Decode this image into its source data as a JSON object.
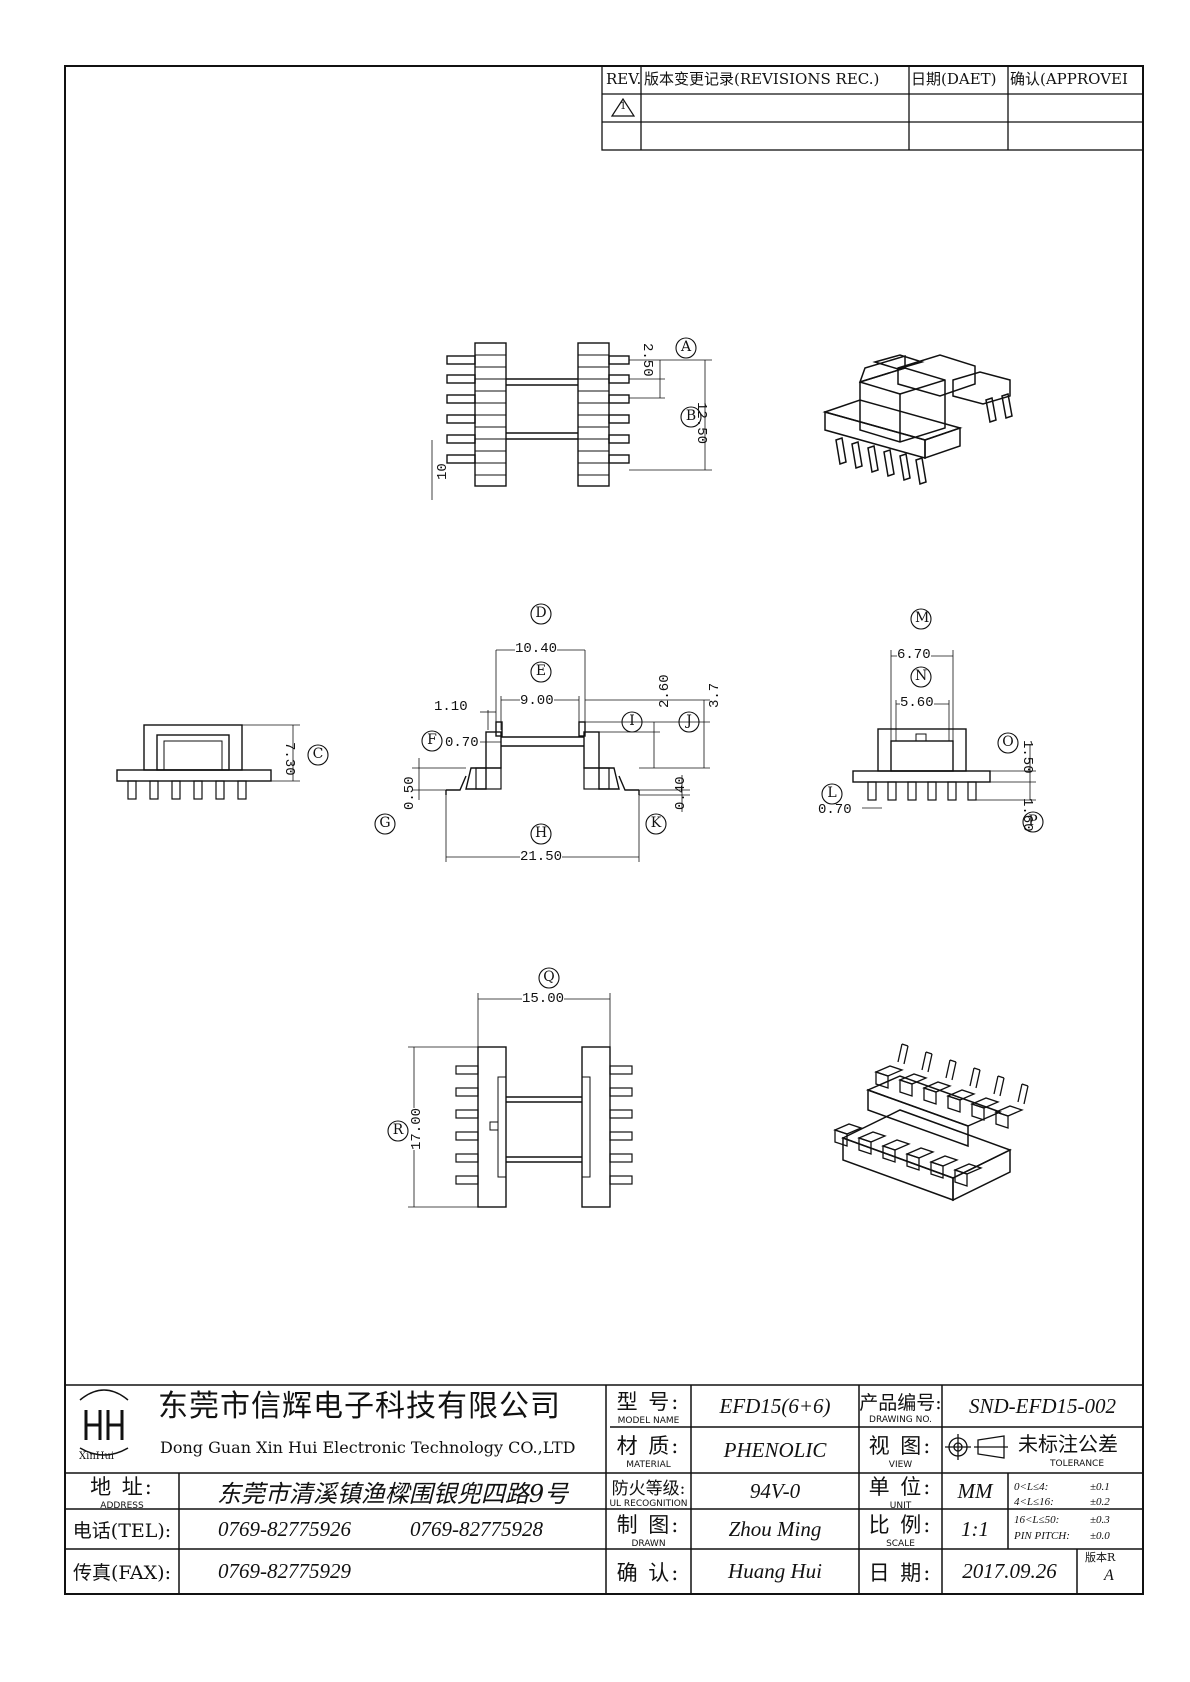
{
  "revisions": {
    "headers": [
      "REV.",
      "版本变更记录(REVISIONS REC.)",
      "日期(DAET)",
      "确认(APPROVEI"
    ],
    "rows": [
      {
        "rev": "1",
        "record": "",
        "date": "",
        "approve": ""
      },
      {
        "rev": "",
        "record": "",
        "date": "",
        "approve": ""
      }
    ]
  },
  "dimensions": {
    "A": "2.50",
    "B": "12.50",
    "A_left": "10",
    "C": "7.30",
    "D": "10.40",
    "E": "9.00",
    "F": "0.70",
    "G": "0.50",
    "H": "21.50",
    "I": "2.60",
    "J": "3.7",
    "K": "0.40",
    "side_left": "1.10",
    "M": "6.70",
    "N": "5.60",
    "O": "1.50",
    "P": "1.60",
    "L": "0.70",
    "Q": "15.00",
    "R": "17.00"
  },
  "balloons": [
    "A",
    "B",
    "C",
    "D",
    "E",
    "F",
    "G",
    "H",
    "I",
    "J",
    "K",
    "L",
    "M",
    "N",
    "O",
    "P",
    "Q",
    "R"
  ],
  "title_block": {
    "company_cn": "东莞市信辉电子科技有限公司",
    "company_en": "Dong Guan Xin Hui Electronic Technology CO.,LTD",
    "logo_text": "XinHui",
    "address_label": "地  址:",
    "address_label_en": "ADDRESS",
    "address": "东莞市清溪镇渔樑围银兜四路9号",
    "tel_label": "电话(TEL):",
    "tel1": "0769-82775926",
    "tel2": "0769-82775928",
    "fax_label": "传真(FAX):",
    "fax": "0769-82775929",
    "model_label": "型  号:",
    "model_label_en": "MODEL NAME",
    "model": "EFD15(6+6)",
    "material_label": "材  质:",
    "material_label_en": "MATERIAL",
    "material": "PHENOLIC",
    "ul_label": "防火等级:",
    "ul_label_en": "UL RECOGNITION",
    "ul": "94V-0",
    "drawn_label": "制  图:",
    "drawn_label_en": "DRAWN",
    "drawn": "Zhou Ming",
    "confirm_label": "确  认:",
    "confirm": "Huang Hui",
    "drawing_no_label": "产品编号:",
    "drawing_no_label_en": "DRAWING NO.",
    "drawing_no": "SND-EFD15-002",
    "view_label": "视  图:",
    "view_label_en": "VIEW",
    "unit_label": "单  位:",
    "unit_label_en": "UNIT",
    "unit": "MM",
    "scale_label": "比  例:",
    "scale_label_en": "SCALE",
    "scale": "1:1",
    "date_label": "日  期:",
    "date": "2017.09.26",
    "version_label": "版本R",
    "version": "A",
    "tolerance_title": "未标注公差",
    "tolerance_title_en": "TOLERANCE",
    "tolerances": [
      {
        "range": "0<L≤4:",
        "tol": "±0.1"
      },
      {
        "range": "4<L≤16:",
        "tol": "±0.2"
      },
      {
        "range": "16<L≤50:",
        "tol": "±0.3"
      },
      {
        "range": "PIN PITCH:",
        "tol": "±0.0"
      }
    ]
  }
}
